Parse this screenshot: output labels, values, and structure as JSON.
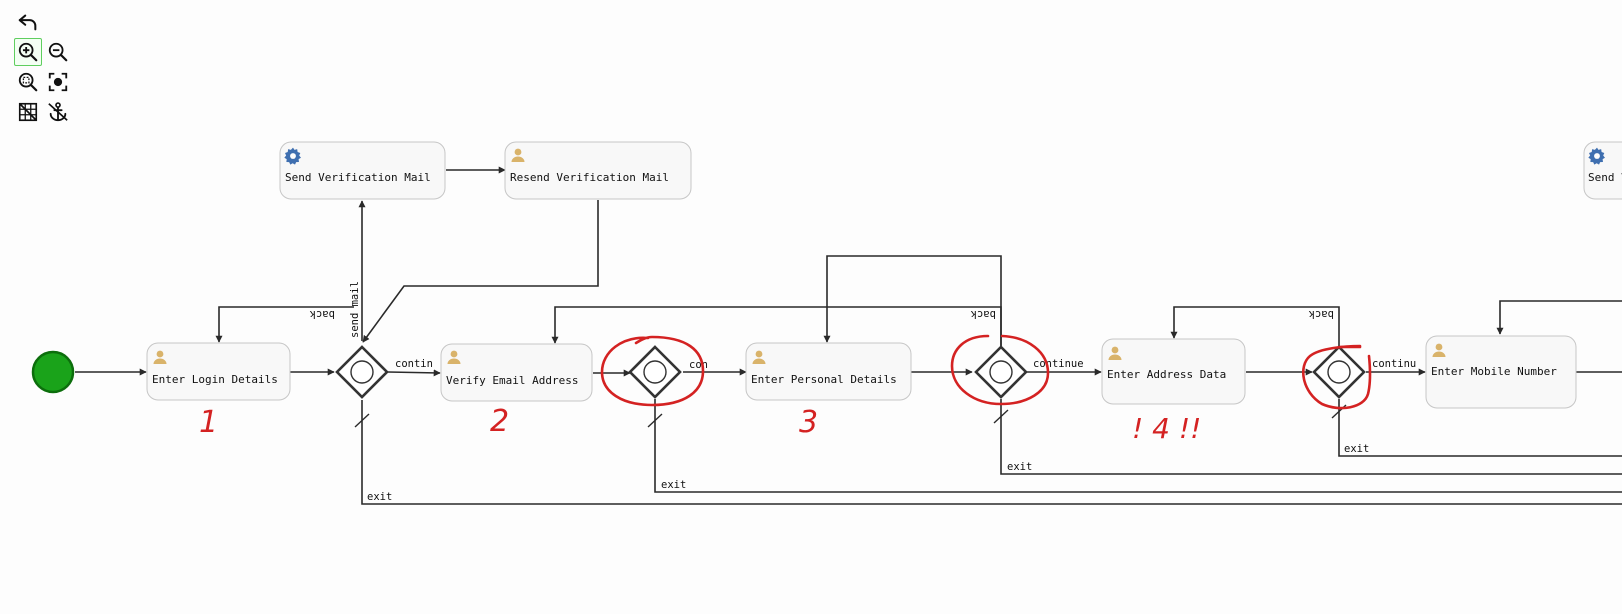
{
  "toolbar": {
    "buttons": [
      {
        "id": "undo",
        "icon": "undo-icon"
      },
      {
        "id": "zoom-in",
        "icon": "zoom-in-icon",
        "active": true
      },
      {
        "id": "zoom-out",
        "icon": "zoom-out-icon"
      },
      {
        "id": "zoom-fit",
        "icon": "zoom-fit-icon"
      },
      {
        "id": "focus",
        "icon": "focus-icon"
      },
      {
        "id": "grid",
        "icon": "grid-icon"
      },
      {
        "id": "anchor",
        "icon": "anchor-icon"
      }
    ]
  },
  "tasks": {
    "send_verification": {
      "label": "Send Verification Mail",
      "type": "service"
    },
    "resend_verification": {
      "label": "Resend Verification Mail",
      "type": "user"
    },
    "login": {
      "label": "Enter Login Details",
      "type": "user"
    },
    "verify_email": {
      "label": "Verify Email Address",
      "type": "user"
    },
    "personal": {
      "label": "Enter Personal Details",
      "type": "user"
    },
    "address": {
      "label": "Enter Address Data",
      "type": "user"
    },
    "mobile": {
      "label": "Enter Mobile Number",
      "type": "user"
    },
    "send_verification_2": {
      "label": "Send V",
      "type": "service"
    }
  },
  "flow_labels": {
    "contin": "contin",
    "con": "con",
    "continue": "continue",
    "continu": "continu",
    "back": "back",
    "send_mail": "send mail",
    "exit": "exit"
  },
  "annotations": {
    "n1": "1",
    "n2": "2",
    "n3": "3",
    "n4": "! 4 !!"
  },
  "colors": {
    "start_event": "#1aa31a",
    "start_event_stroke": "#0c6e0c",
    "user_icon": "#d9b36a",
    "service_icon": "#3f6fb0",
    "annotation": "#d42222"
  }
}
